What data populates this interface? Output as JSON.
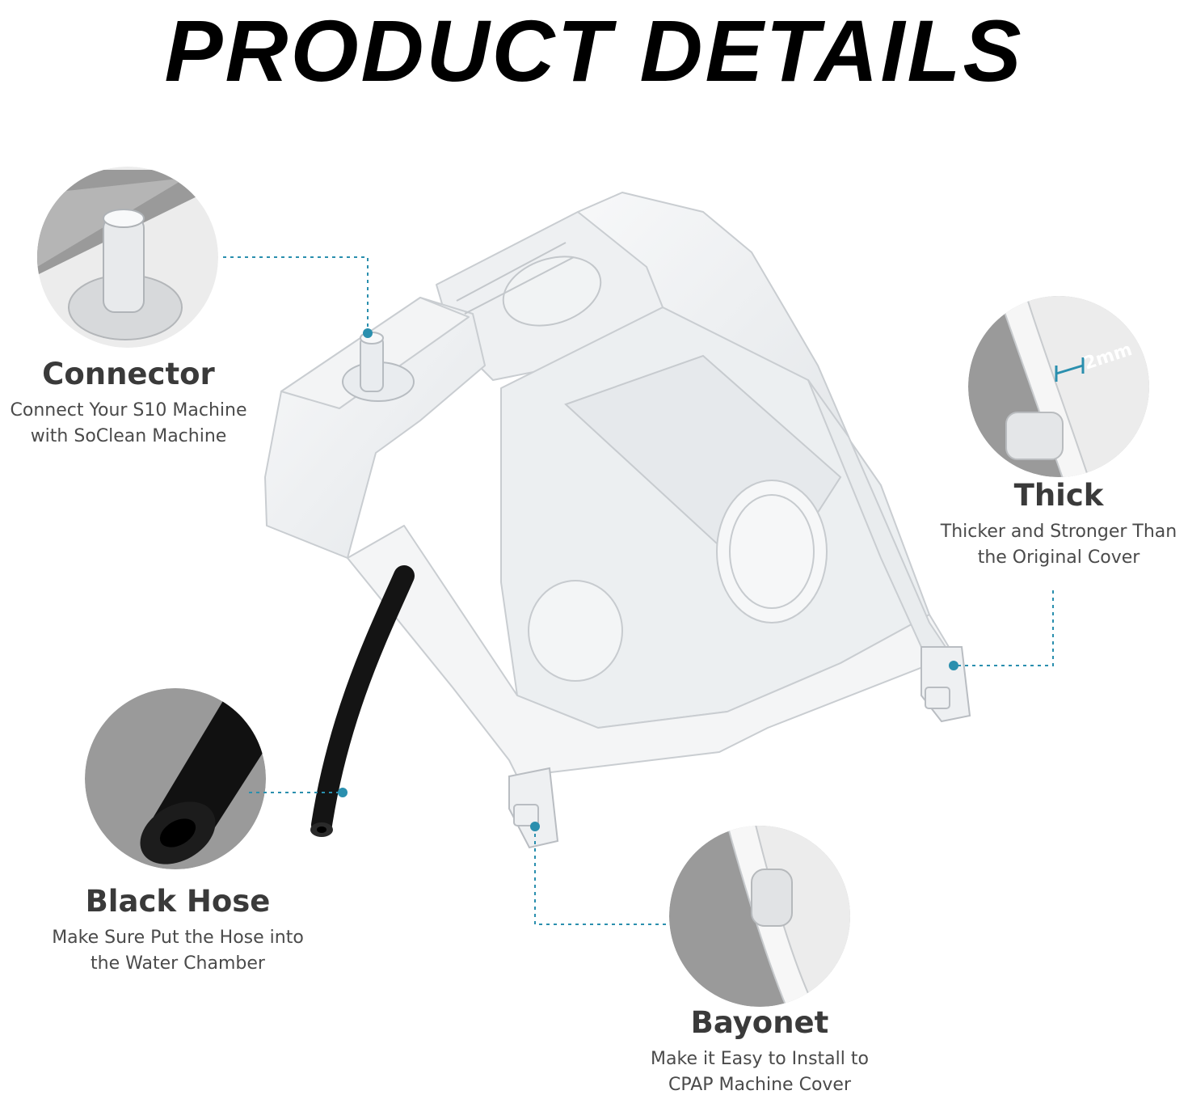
{
  "header": {
    "title": "PRODUCT DETAILS"
  },
  "callouts": {
    "connector": {
      "title": "Connector",
      "desc_line1": "Connect Your S10 Machine",
      "desc_line2": "with SoClean Machine"
    },
    "thick": {
      "title": "Thick",
      "desc_line1": "Thicker and Stronger Than",
      "desc_line2": "the Original Cover",
      "measurement": "2mm"
    },
    "black_hose": {
      "title": "Black Hose",
      "desc_line1": "Make Sure Put the Hose into",
      "desc_line2": "the Water Chamber"
    },
    "bayonet": {
      "title": "Bayonet",
      "desc_line1": "Make it Easy to Install to",
      "desc_line2": "CPAP Machine Cover"
    }
  },
  "colors": {
    "accent": "#2a8fae",
    "circle_bg": "#9a9a9a",
    "text_dark": "#3a3a3a"
  }
}
